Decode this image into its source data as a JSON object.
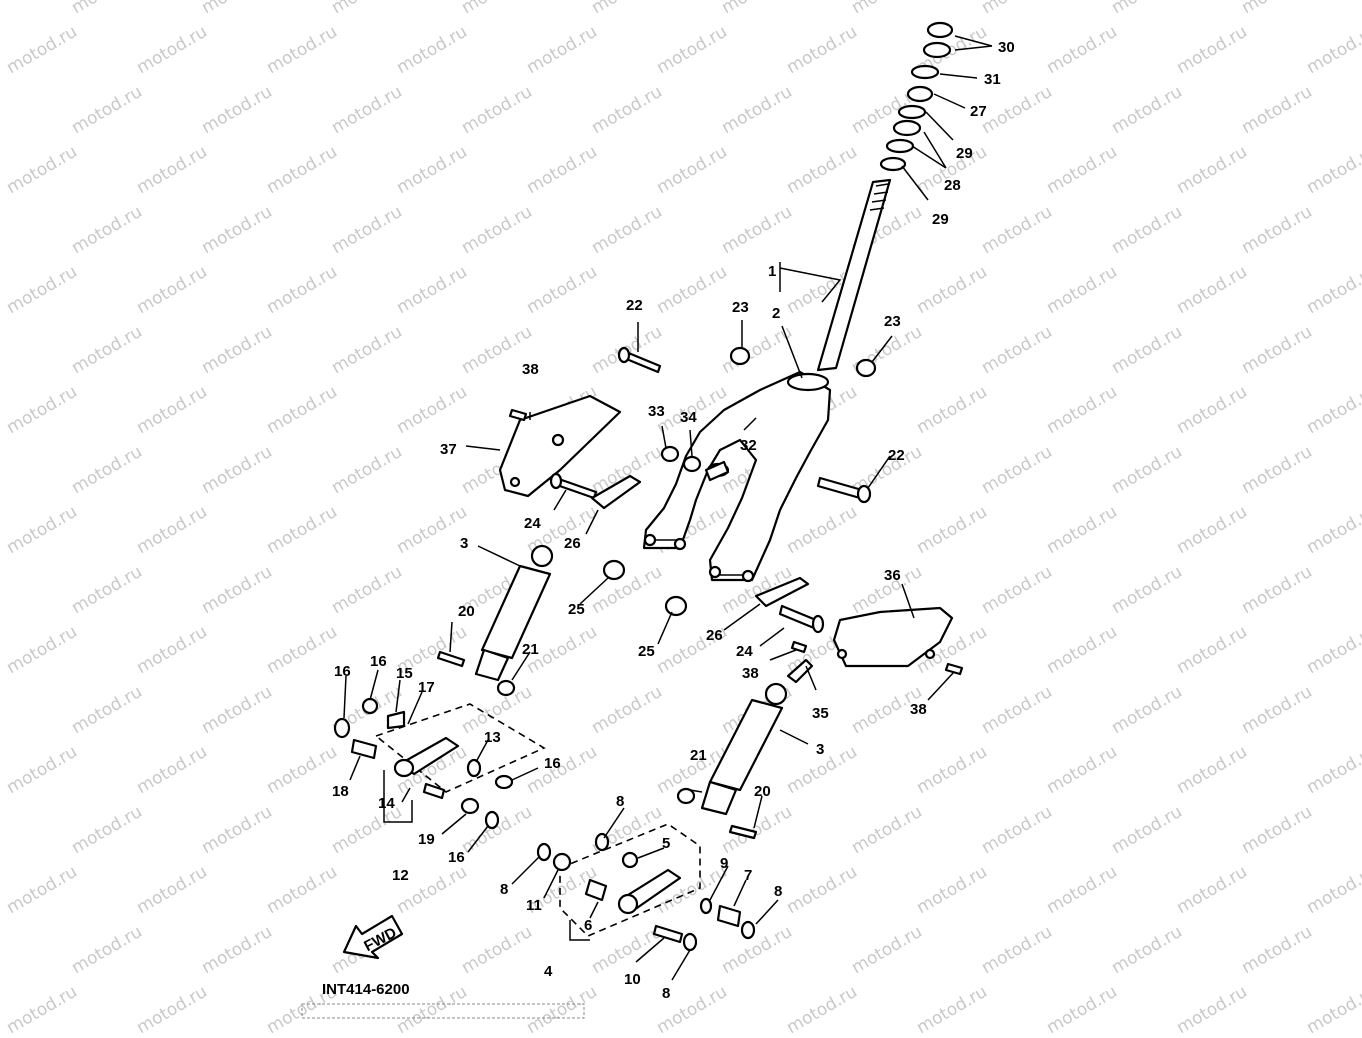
{
  "diagram": {
    "code": "INT414-6200",
    "fwd": "FWD",
    "watermark": "motod.ru",
    "callouts": [
      {
        "id": "c30",
        "text": "30"
      },
      {
        "id": "c31",
        "text": "31"
      },
      {
        "id": "c27",
        "text": "27"
      },
      {
        "id": "c29a",
        "text": "29"
      },
      {
        "id": "c28",
        "text": "28"
      },
      {
        "id": "c29b",
        "text": "29"
      },
      {
        "id": "c1",
        "text": "1"
      },
      {
        "id": "c2",
        "text": "2"
      },
      {
        "id": "c22a",
        "text": "22"
      },
      {
        "id": "c23a",
        "text": "23"
      },
      {
        "id": "c23b",
        "text": "23"
      },
      {
        "id": "c38a",
        "text": "38"
      },
      {
        "id": "c33",
        "text": "33"
      },
      {
        "id": "c34",
        "text": "34"
      },
      {
        "id": "c32",
        "text": "32"
      },
      {
        "id": "c37",
        "text": "37"
      },
      {
        "id": "c22b",
        "text": "22"
      },
      {
        "id": "c24a",
        "text": "24"
      },
      {
        "id": "c26a",
        "text": "26"
      },
      {
        "id": "c3a",
        "text": "3"
      },
      {
        "id": "c36",
        "text": "36"
      },
      {
        "id": "c25a",
        "text": "25"
      },
      {
        "id": "c25b",
        "text": "25"
      },
      {
        "id": "c26b",
        "text": "26"
      },
      {
        "id": "c24b",
        "text": "24"
      },
      {
        "id": "c20a",
        "text": "20"
      },
      {
        "id": "c21a",
        "text": "21"
      },
      {
        "id": "c38b",
        "text": "38"
      },
      {
        "id": "c38c",
        "text": "38"
      },
      {
        "id": "c35",
        "text": "35"
      },
      {
        "id": "c16a",
        "text": "16"
      },
      {
        "id": "c16b",
        "text": "16"
      },
      {
        "id": "c15",
        "text": "15"
      },
      {
        "id": "c17",
        "text": "17"
      },
      {
        "id": "c13",
        "text": "13"
      },
      {
        "id": "c3b",
        "text": "3"
      },
      {
        "id": "c16c",
        "text": "16"
      },
      {
        "id": "c18",
        "text": "18"
      },
      {
        "id": "c21b",
        "text": "21"
      },
      {
        "id": "c14",
        "text": "14"
      },
      {
        "id": "c20b",
        "text": "20"
      },
      {
        "id": "c19",
        "text": "19"
      },
      {
        "id": "c16d",
        "text": "16"
      },
      {
        "id": "c8a",
        "text": "8"
      },
      {
        "id": "c5",
        "text": "5"
      },
      {
        "id": "c12",
        "text": "12"
      },
      {
        "id": "c9",
        "text": "9"
      },
      {
        "id": "c7",
        "text": "7"
      },
      {
        "id": "c8b",
        "text": "8"
      },
      {
        "id": "c11",
        "text": "11"
      },
      {
        "id": "c8c",
        "text": "8"
      },
      {
        "id": "c6",
        "text": "6"
      },
      {
        "id": "c4",
        "text": "4"
      },
      {
        "id": "c10",
        "text": "10"
      },
      {
        "id": "c8d",
        "text": "8"
      }
    ]
  }
}
